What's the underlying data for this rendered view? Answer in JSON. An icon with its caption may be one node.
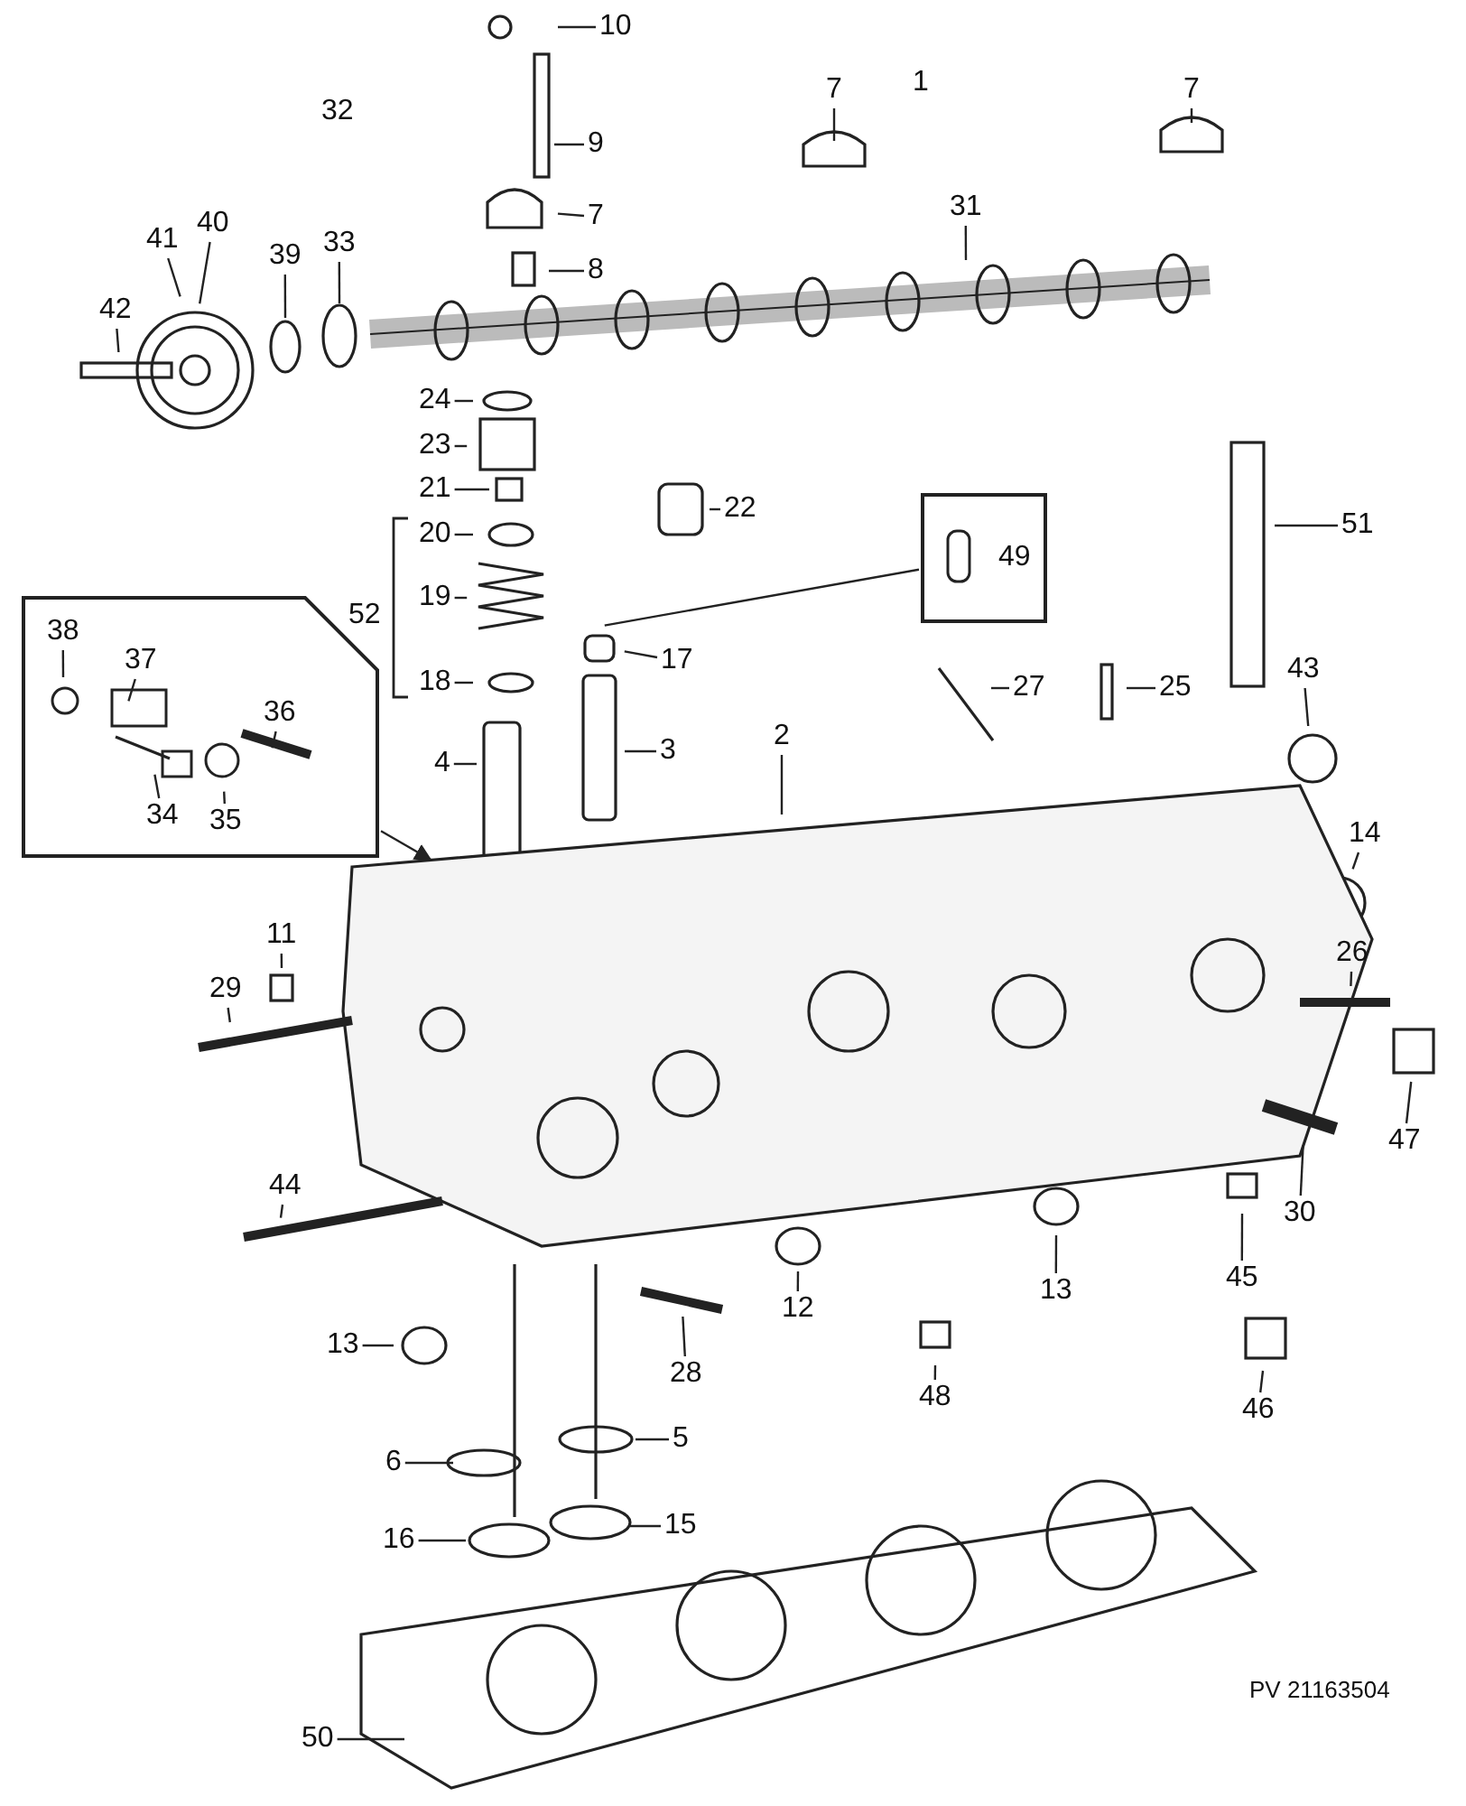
{
  "diagram": {
    "nodes": [
      {
        "text": [
          "10"
        ]
      },
      {
        "text": [
          "7"
        ]
      },
      {
        "text": [
          "7"
        ]
      },
      {
        "text": [
          "9"
        ]
      },
      {
        "text": [
          "7"
        ]
      },
      {
        "text": [
          "31"
        ]
      },
      {
        "text": [
          "40"
        ]
      },
      {
        "text": [
          "41"
        ]
      },
      {
        "text": [
          "39"
        ]
      },
      {
        "text": [
          "33"
        ]
      },
      {
        "text": [
          "8"
        ]
      },
      {
        "text": [
          "42"
        ]
      },
      {
        "text": [
          "24"
        ]
      },
      {
        "text": [
          "23"
        ]
      },
      {
        "text": [
          "21"
        ]
      },
      {
        "text": [
          "22"
        ]
      },
      {
        "text": [
          "49"
        ]
      },
      {
        "text": [
          "51"
        ]
      },
      {
        "text": [
          "20"
        ]
      },
      {
        "text": [
          "19"
        ]
      },
      {
        "text": [],
        "shape": "box"
      },
      {
        "text": [
          "38"
        ],
        "in": 20
      },
      {
        "text": [
          "37"
        ],
        "in": 20
      },
      {
        "text": [
          "36"
        ],
        "in": 20
      },
      {
        "text": [
          "34"
        ],
        "in": 20
      },
      {
        "text": [
          "35"
        ],
        "in": 20
      },
      {
        "text": [
          "17"
        ]
      },
      {
        "text": [
          "18"
        ]
      },
      {
        "text": [
          "43"
        ]
      },
      {
        "text": [
          "27"
        ]
      },
      {
        "text": [
          "25"
        ]
      },
      {
        "text": [
          "2"
        ]
      },
      {
        "text": [
          "3"
        ]
      },
      {
        "text": [
          "4"
        ]
      },
      {
        "text": [
          "14"
        ]
      },
      {
        "text": [
          "11"
        ]
      },
      {
        "text": [
          "26"
        ]
      },
      {
        "text": [
          "29"
        ]
      },
      {
        "text": [
          "47"
        ]
      },
      {
        "text": [
          "44"
        ]
      },
      {
        "text": [
          "30"
        ]
      },
      {
        "text": [
          "45"
        ]
      },
      {
        "text": [
          "13"
        ]
      },
      {
        "text": [
          "12"
        ]
      },
      {
        "text": [
          "13"
        ]
      },
      {
        "text": [
          "28"
        ]
      },
      {
        "text": [
          "48"
        ]
      },
      {
        "text": [
          "46"
        ]
      },
      {
        "text": [
          "5"
        ]
      },
      {
        "text": [
          "6"
        ]
      },
      {
        "text": [
          "15"
        ]
      },
      {
        "text": [
          "16"
        ]
      },
      {
        "text": [
          "50"
        ]
      }
    ],
    "edges": [
      {
        "from": 0,
        "to": null,
        "arrow": "none"
      },
      {
        "from": 1,
        "to": null,
        "arrow": "none"
      },
      {
        "from": 2,
        "to": null,
        "arrow": "none"
      },
      {
        "from": 3,
        "to": null,
        "arrow": "none"
      },
      {
        "from": 4,
        "to": null,
        "arrow": "none"
      },
      {
        "from": 5,
        "to": null,
        "arrow": "none"
      },
      {
        "from": 6,
        "to": null,
        "arrow": "none"
      },
      {
        "from": 7,
        "to": null,
        "arrow": "none"
      },
      {
        "from": 8,
        "to": null,
        "arrow": "none"
      },
      {
        "from": 9,
        "to": null,
        "arrow": "none"
      },
      {
        "from": 10,
        "to": null,
        "arrow": "none"
      },
      {
        "from": 11,
        "to": null,
        "arrow": "none"
      },
      {
        "from": 12,
        "to": null,
        "arrow": "none"
      },
      {
        "from": 13,
        "to": null,
        "arrow": "none"
      },
      {
        "from": 14,
        "to": null,
        "arrow": "none"
      },
      {
        "from": 15,
        "to": null,
        "arrow": "none"
      },
      {
        "from": 16,
        "to": null,
        "arrow": "none"
      },
      {
        "from": 17,
        "to": null,
        "arrow": "none"
      },
      {
        "from": 18,
        "to": null,
        "arrow": "none"
      },
      {
        "from": 19,
        "to": null,
        "arrow": "none"
      },
      {
        "from": 20,
        "to": null,
        "arrow": "to"
      },
      {
        "from": 21,
        "to": null,
        "arrow": "none"
      },
      {
        "from": 22,
        "to": null,
        "arrow": "none"
      },
      {
        "from": 23,
        "to": null,
        "arrow": "none"
      },
      {
        "from": 24,
        "to": null,
        "arrow": "none"
      },
      {
        "from": 25,
        "to": null,
        "arrow": "none"
      },
      {
        "from": 26,
        "to": null,
        "arrow": "none"
      },
      {
        "from": 27,
        "to": null,
        "arrow": "none"
      },
      {
        "from": 28,
        "to": null,
        "arrow": "none"
      },
      {
        "from": 29,
        "to": null,
        "arrow": "none"
      },
      {
        "from": 30,
        "to": null,
        "arrow": "none"
      },
      {
        "from": 31,
        "to": null,
        "arrow": "none"
      },
      {
        "from": 32,
        "to": null,
        "arrow": "none"
      },
      {
        "from": 33,
        "to": null,
        "arrow": "none"
      },
      {
        "from": 34,
        "to": null,
        "arrow": "none"
      },
      {
        "from": 35,
        "to": null,
        "arrow": "none"
      },
      {
        "from": 36,
        "to": null,
        "arrow": "none"
      },
      {
        "from": 37,
        "to": null,
        "arrow": "none"
      },
      {
        "from": 38,
        "to": null,
        "arrow": "none"
      },
      {
        "from": 39,
        "to": null,
        "arrow": "none"
      },
      {
        "from": 40,
        "to": null,
        "arrow": "none"
      },
      {
        "from": 41,
        "to": null,
        "arrow": "none"
      },
      {
        "from": 42,
        "to": null,
        "arrow": "none"
      },
      {
        "from": 43,
        "to": null,
        "arrow": "none"
      },
      {
        "from": 44,
        "to": null,
        "arrow": "none"
      },
      {
        "from": 45,
        "to": null,
        "arrow": "none"
      },
      {
        "from": 46,
        "to": null,
        "arrow": "none"
      },
      {
        "from": 47,
        "to": null,
        "arrow": "none"
      },
      {
        "from": 48,
        "to": null,
        "arrow": "none"
      },
      {
        "from": 49,
        "to": null,
        "arrow": "none"
      },
      {
        "from": 50,
        "to": null,
        "arrow": "none"
      },
      {
        "from": 51,
        "to": null,
        "arrow": "none"
      },
      {
        "from": 52,
        "to": null,
        "arrow": "none"
      }
    ],
    "labels": [
      "1",
      "32",
      "52",
      "PV 21163504"
    ]
  }
}
